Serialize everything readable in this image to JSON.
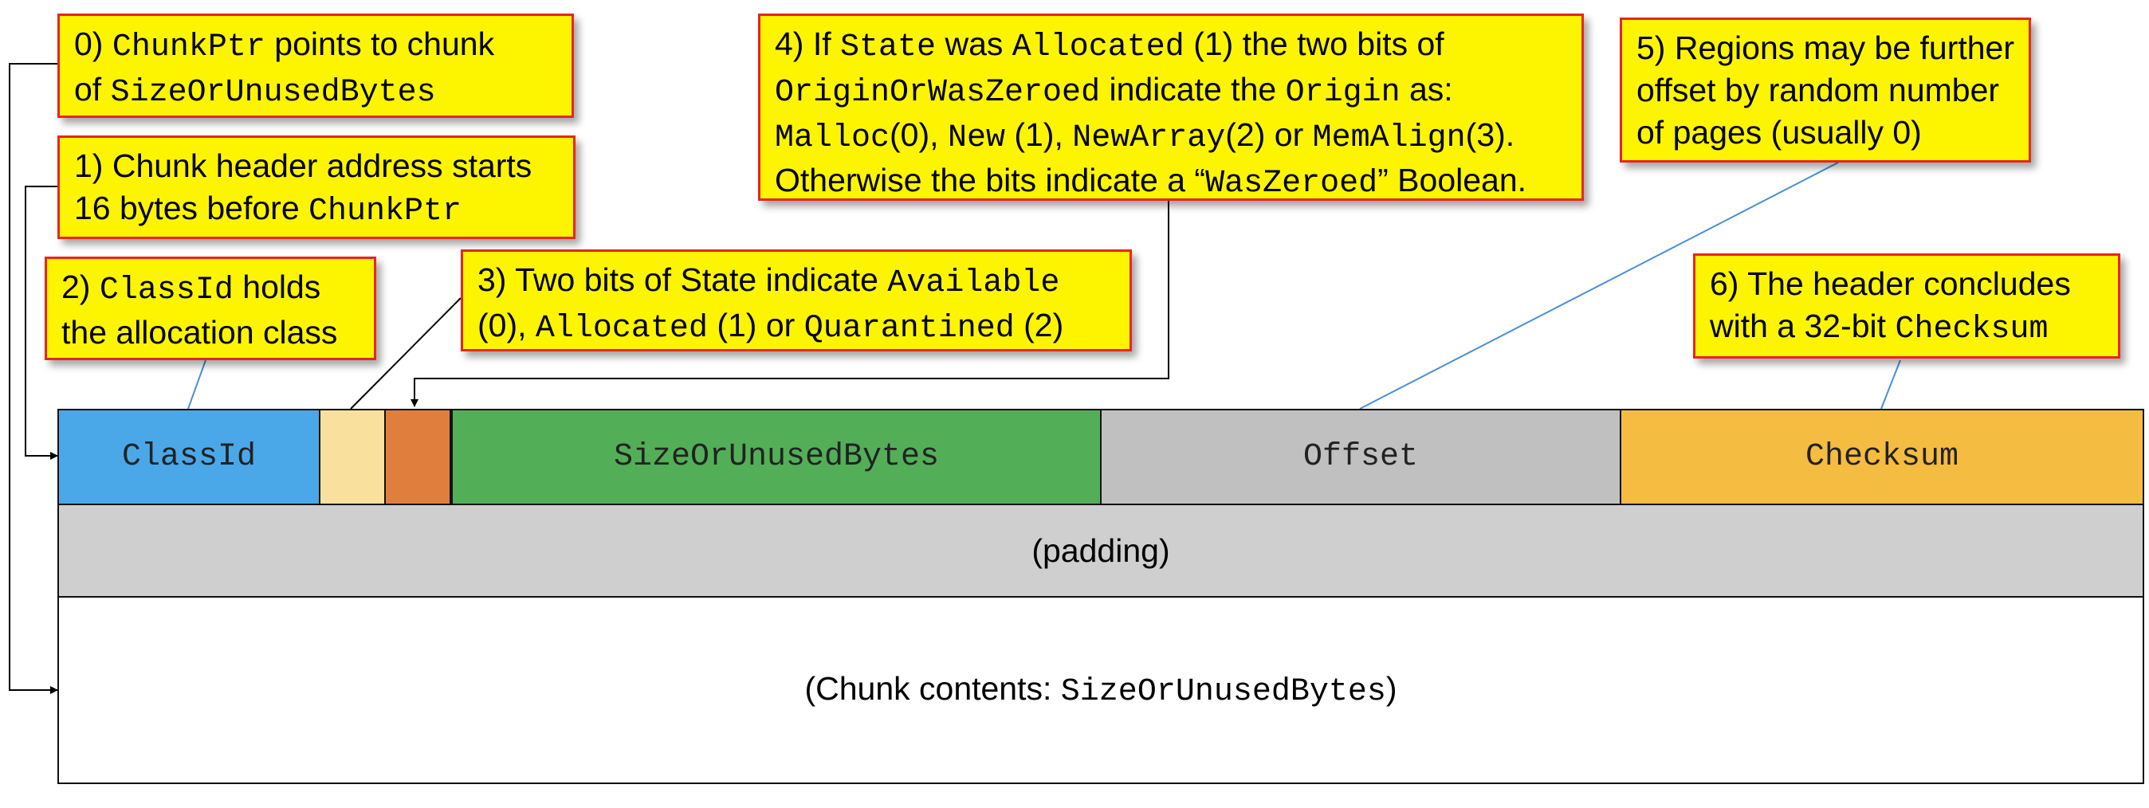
{
  "notes": {
    "n0": {
      "a": "0) ",
      "b": "ChunkPtr",
      "c": " points to chunk",
      "d": "of ",
      "e": "SizeOrUnusedBytes"
    },
    "n1": {
      "a": "1) Chunk header address starts",
      "b": "16 bytes before ",
      "c": "ChunkPtr"
    },
    "n2": {
      "a": "2) ",
      "b": "ClassId",
      "c": " holds",
      "d": "the allocation class"
    },
    "n3": {
      "a": "3) Two bits of State indicate ",
      "b": "Available",
      "c": "(0), ",
      "d": "Allocated",
      "e": " (1) or ",
      "f": "Quarantined",
      "g": " (2)"
    },
    "n4": {
      "a": "4) If ",
      "b": "State",
      "c": " was ",
      "d": "Allocated",
      "e": " (1) the two bits of",
      "f": "OriginOrWasZeroed",
      "g": " indicate the ",
      "h": "Origin",
      "i": " as:",
      "j": "Malloc",
      "k": "(0), ",
      "l": "New",
      "m": " (1), ",
      "n": "NewArray",
      "o": "(2) or ",
      "p": "MemAlign",
      "q": "(3).",
      "r": "Otherwise the bits indicate a “",
      "s": "WasZeroed",
      "t": "” Boolean."
    },
    "n5": {
      "a": "5) Regions may be further",
      "b": "offset by random number",
      "c": "of pages (usually 0)"
    },
    "n6": {
      "a": "6) The header concludes",
      "b": "with a 32-bit ",
      "c": "Checksum"
    }
  },
  "fields": {
    "class_id": "ClassId",
    "size": "SizeOrUnusedBytes",
    "offset": "Offset",
    "checksum": "Checksum"
  },
  "padding_label": "(padding)",
  "contents": {
    "a": "(Chunk contents:  ",
    "b": "SizeOrUnusedBytes",
    "c": ")"
  },
  "colors": {
    "note_fill": "#fdf500",
    "note_border": "#e8251f",
    "class_id": "#4aa8e8",
    "origin_bits": "#f9e19d",
    "state_bits": "#e07f3d",
    "size": "#53ae58",
    "offset": "#c0c0c0",
    "checksum": "#f4bc41",
    "padding": "#d0cfcf",
    "contents": "#ffffff"
  }
}
